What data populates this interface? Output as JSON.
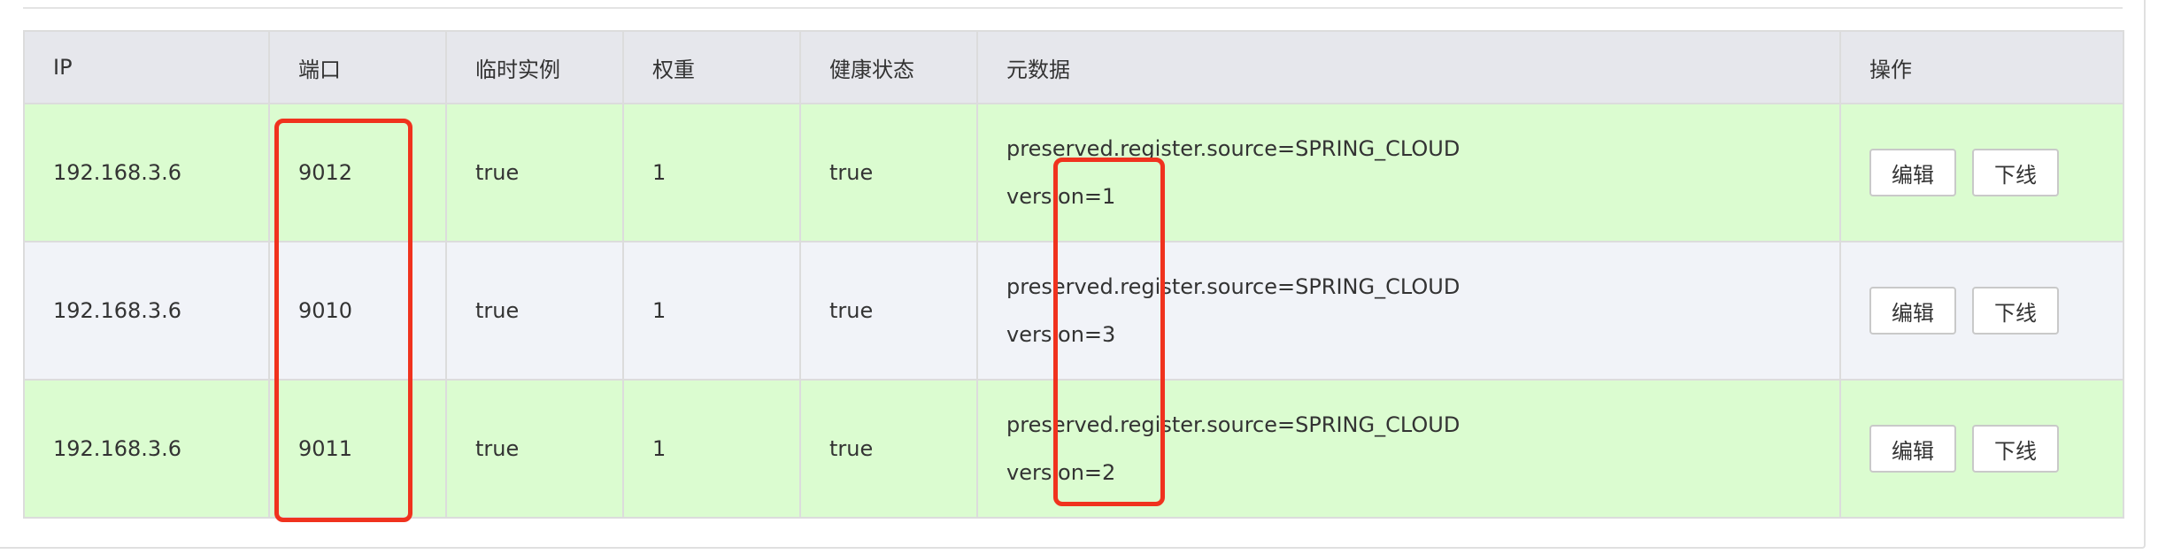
{
  "table": {
    "headers": {
      "ip": "IP",
      "port": "端口",
      "ephemeral": "临时实例",
      "weight": "权重",
      "healthy": "健康状态",
      "metadata": "元数据",
      "actions": "操作"
    },
    "rows": [
      {
        "ip": "192.168.3.6",
        "port": "9012",
        "ephemeral": "true",
        "weight": "1",
        "healthy": "true",
        "metadata": [
          "preserved.register.source=SPRING_CLOUD",
          "version=1"
        ],
        "edit_label": "编辑",
        "offline_label": "下线"
      },
      {
        "ip": "192.168.3.6",
        "port": "9010",
        "ephemeral": "true",
        "weight": "1",
        "healthy": "true",
        "metadata": [
          "preserved.register.source=SPRING_CLOUD",
          "version=3"
        ],
        "edit_label": "编辑",
        "offline_label": "下线"
      },
      {
        "ip": "192.168.3.6",
        "port": "9011",
        "ephemeral": "true",
        "weight": "1",
        "healthy": "true",
        "metadata": [
          "preserved.register.source=SPRING_CLOUD",
          "version=2"
        ],
        "edit_label": "编辑",
        "offline_label": "下线"
      }
    ]
  },
  "colors": {
    "header_bg": "#e6e7ec",
    "row_green": "#dbfcd0",
    "row_gray": "#f1f3f8",
    "annotation_red": "#f0321e"
  }
}
